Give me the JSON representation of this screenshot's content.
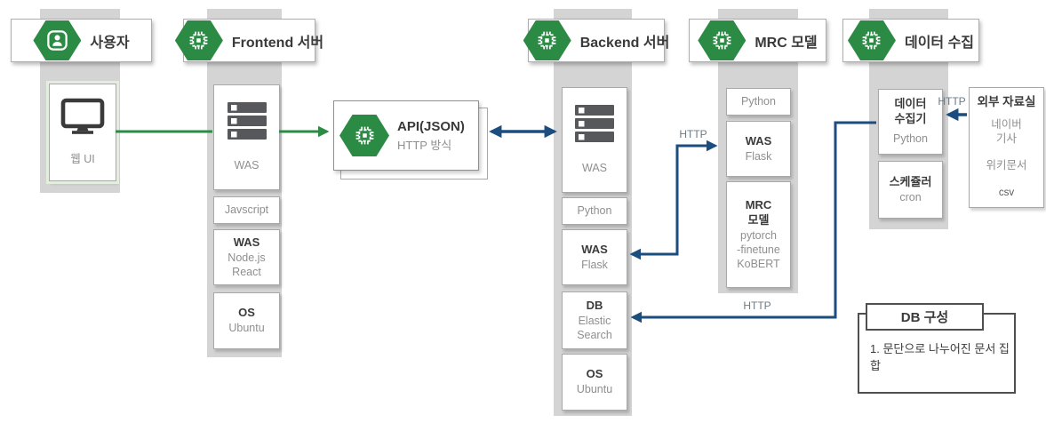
{
  "headers": {
    "user": "사용자",
    "frontend": "Frontend 서버",
    "backend": "Backend 서버",
    "mrc": "MRC 모델",
    "data": "데이터 수집"
  },
  "user_column": {
    "web_ui": "웹 UI"
  },
  "frontend_column": {
    "was": "WAS",
    "javscript": "Javscript",
    "was_node": {
      "title": "WAS",
      "line1": "Node.js",
      "line2": "React"
    },
    "os": {
      "title": "OS",
      "line1": "Ubuntu"
    }
  },
  "api": {
    "title": "API(JSON)",
    "subtitle": "HTTP 방식"
  },
  "backend_column": {
    "was": "WAS",
    "python": "Python",
    "was_flask": {
      "title": "WAS",
      "line1": "Flask"
    },
    "db": {
      "title": "DB",
      "line1": "Elastic",
      "line2": "Search"
    },
    "os": {
      "title": "OS",
      "line1": "Ubuntu"
    }
  },
  "mrc_column": {
    "python": "Python",
    "was_flask": {
      "title": "WAS",
      "line1": "Flask"
    },
    "model": {
      "title1": "MRC",
      "title2": "모델",
      "line1": "pytorch",
      "line2": "-finetune",
      "line3": "KoBERT"
    }
  },
  "data_column": {
    "collector": {
      "title1": "데이터",
      "title2": "수집기",
      "line1": "Python"
    },
    "scheduler": {
      "title": "스케쥴러",
      "line1": "cron"
    }
  },
  "external_box": {
    "title": "외부 자료실",
    "line1": "네이버",
    "line2": "기사",
    "line3": "위키문서",
    "line4": "csv"
  },
  "db_config": {
    "title": "DB 구성",
    "item": "1. 문단으로 나누어진 문서 집합"
  },
  "connections": {
    "http_backend_mrc": "HTTP",
    "http_collector_db": "HTTP",
    "http_external_collector": "HTTP"
  },
  "colors": {
    "green": "#2b8a44",
    "blue": "#1b4d7e",
    "band": "#d4d4d4"
  }
}
